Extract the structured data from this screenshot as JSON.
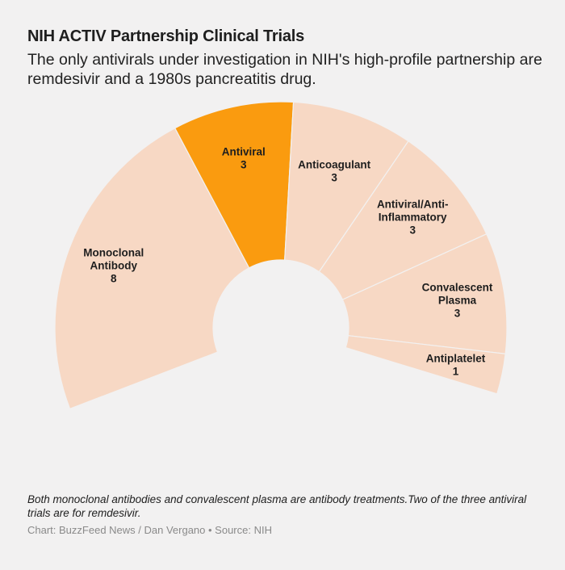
{
  "chart_data": {
    "type": "pie",
    "title": "NIH ACTIV Partnership Clinical Trials",
    "subtitle": "The only antivirals under investigation in NIH's high-profile partnership are remdesivir and a 1980s pancreatitis drug.",
    "categories": [
      "Monoclonal Antibody",
      "Antiviral",
      "Anticoagulant",
      "Antiviral/Anti-Inflammatory",
      "Convalescent Plasma",
      "Antiplatelet"
    ],
    "values": [
      8,
      3,
      3,
      3,
      3,
      1
    ],
    "highlight": "Antiviral",
    "colors": {
      "highlight": "#fa9b0f",
      "base": "#f7d8c4",
      "divider": "#f2f1f1"
    }
  },
  "footer": {
    "note": "Both monoclonal antibodies and convalescent plasma are antibody treatments.Two of the three antiviral trials are for remdesivir.",
    "credit": "Chart: BuzzFeed News / Dan Vergano • Source: NIH"
  }
}
